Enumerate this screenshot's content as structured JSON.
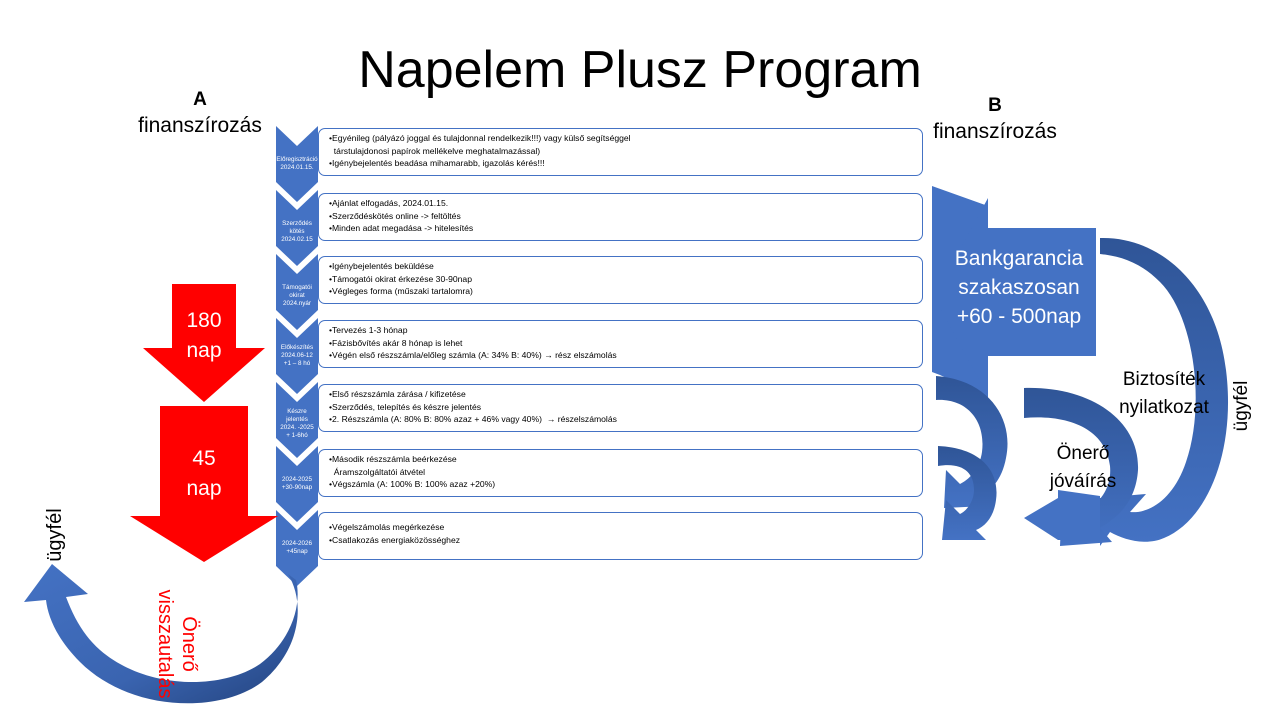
{
  "title": "Napelem Plusz Program",
  "option_a": {
    "letter": "A",
    "word": "finanszírozás"
  },
  "option_b": {
    "letter": "B",
    "word": "finanszírozás"
  },
  "steps": [
    {
      "chevron": [
        "Előregisztráció",
        "2024.01.15."
      ],
      "bullets": [
        "Egyénileg (pályázó joggal és tulajdonnal rendelkezik!!!) vagy külső segítséggel",
        "  társtulajdonosi papírok mellékelve meghatalmazással)",
        "Igénybejelentés beadása mihamarabb, igazolás kérés!!!"
      ]
    },
    {
      "chevron": [
        "Szerződés kötés",
        "2024.02.15"
      ],
      "bullets": [
        "Ajánlat elfogadás, 2024.01.15.",
        "Szerződéskötés online -> feltöltés",
        "Minden adat megadása -> hitelesítés"
      ]
    },
    {
      "chevron": [
        "Támogatói okirat",
        "2024.nyár"
      ],
      "bullets": [
        "Igénybejelentés beküldése",
        "Támogatói okirat érkezése 30-90nap",
        "Végleges forma (műszaki tartalomra)"
      ]
    },
    {
      "chevron": [
        "Előkészítés",
        "2024.06-12",
        "+1 – 8 hó"
      ],
      "bullets": [
        "Tervezés 1-3 hónap",
        "Fázisbővítés akár 8 hónap is lehet",
        "Végén első részszámla/előleg számla (A: 34% B: 40%) → rész elszámolás"
      ]
    },
    {
      "chevron": [
        "Készre jelentés",
        "2024. -2025",
        "+ 1-6hó"
      ],
      "bullets": [
        "Első részszámla zárása / kifizetése",
        "Szerződés, telepítés és készre jelentés",
        "2. Részszámla (A: 80% B: 80% azaz + 46% vagy 40%)  → részelszámolás"
      ]
    },
    {
      "chevron": [
        "2024-2025",
        "+30-90nap"
      ],
      "bullets": [
        "Második részszámla beérkezése",
        "  Áramszolgáltatói átvétel",
        "Végszámla (A: 100% B: 100% azaz +20%)"
      ]
    },
    {
      "chevron": [
        "2024-2026",
        "+45nap"
      ],
      "bullets": [
        "Végelszámolás megérkezése",
        "Csatlakozás energiaközösséghez"
      ]
    }
  ],
  "arrow_180": [
    "180",
    "nap"
  ],
  "arrow_45": [
    "45",
    "nap"
  ],
  "left_label_ugyfel": "ügyfél",
  "left_label_onero": [
    "Önerő",
    "visszautalás"
  ],
  "bank_arrow": [
    "Bankgarancia",
    "szakaszosan",
    "+60 - 500nap"
  ],
  "biztositek": [
    "Biztosíték",
    "nyilatkozat"
  ],
  "onero_jovairas": [
    "Önerő",
    "jóváírás"
  ],
  "right_label_ugyfel": "ügyfél",
  "colors": {
    "blue": "#4472c4",
    "blue_dark": "#2f5597",
    "red": "#ff0000",
    "onero_red": "#ff0000"
  }
}
